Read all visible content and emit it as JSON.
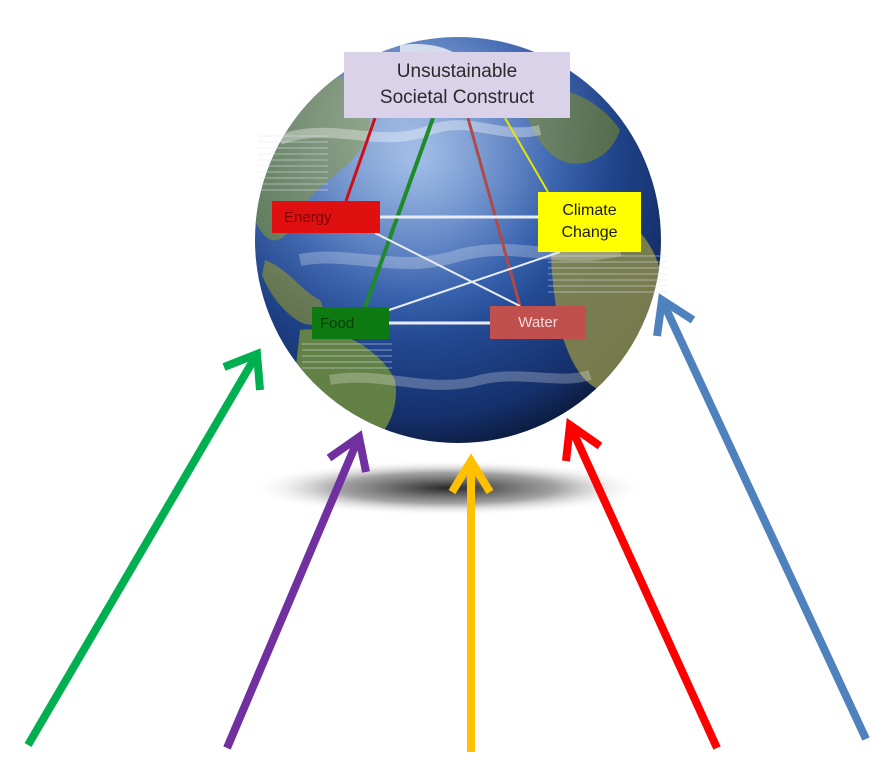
{
  "globe": {
    "colors": {
      "ocean_light": "#6f97d6",
      "ocean_mid": "#2a57a8",
      "ocean_dark": "#0c1f4a",
      "land": "#5f7a45"
    }
  },
  "boxes": {
    "title_line1": "Unsustainable",
    "title_line2": "Societal Construct",
    "energy": "Energy",
    "climate_line1": "Climate",
    "climate_line2": "Change",
    "food": "Food",
    "water": "Water"
  },
  "box_colors": {
    "title": "#d9d2e9",
    "energy": "#e01010",
    "climate": "#ffff00",
    "food": "#0e7a12",
    "water": "#c0504d"
  },
  "arrow_colors": {
    "green": "#00b050",
    "purple": "#7030a0",
    "orange": "#ffc000",
    "red": "#ff0000",
    "blue": "#4f81bd"
  }
}
